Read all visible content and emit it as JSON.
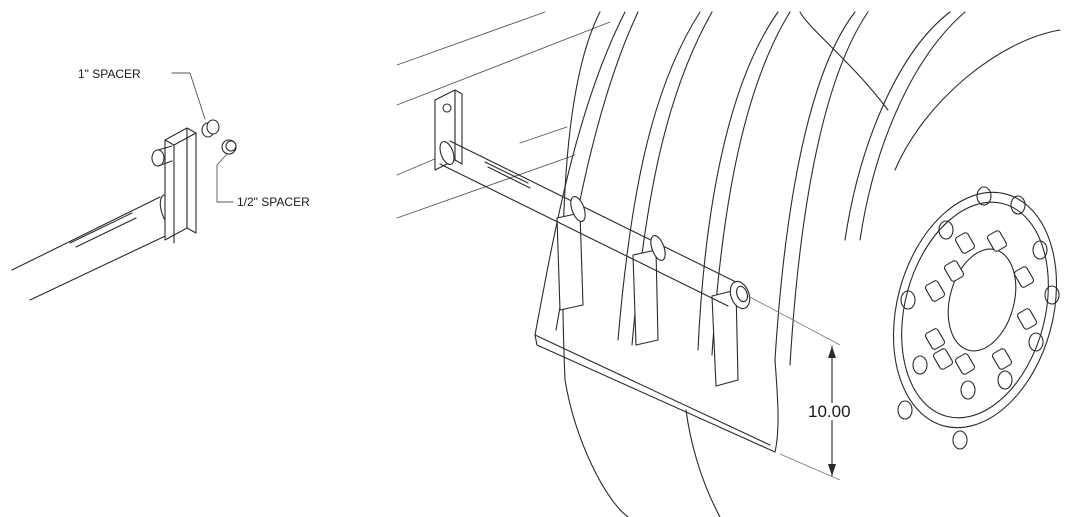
{
  "detail": {
    "label_1in_spacer": "1\" SPACER",
    "label_half_spacer": "1/2\" SPACER"
  },
  "main": {
    "dimension_value": "10.00"
  }
}
